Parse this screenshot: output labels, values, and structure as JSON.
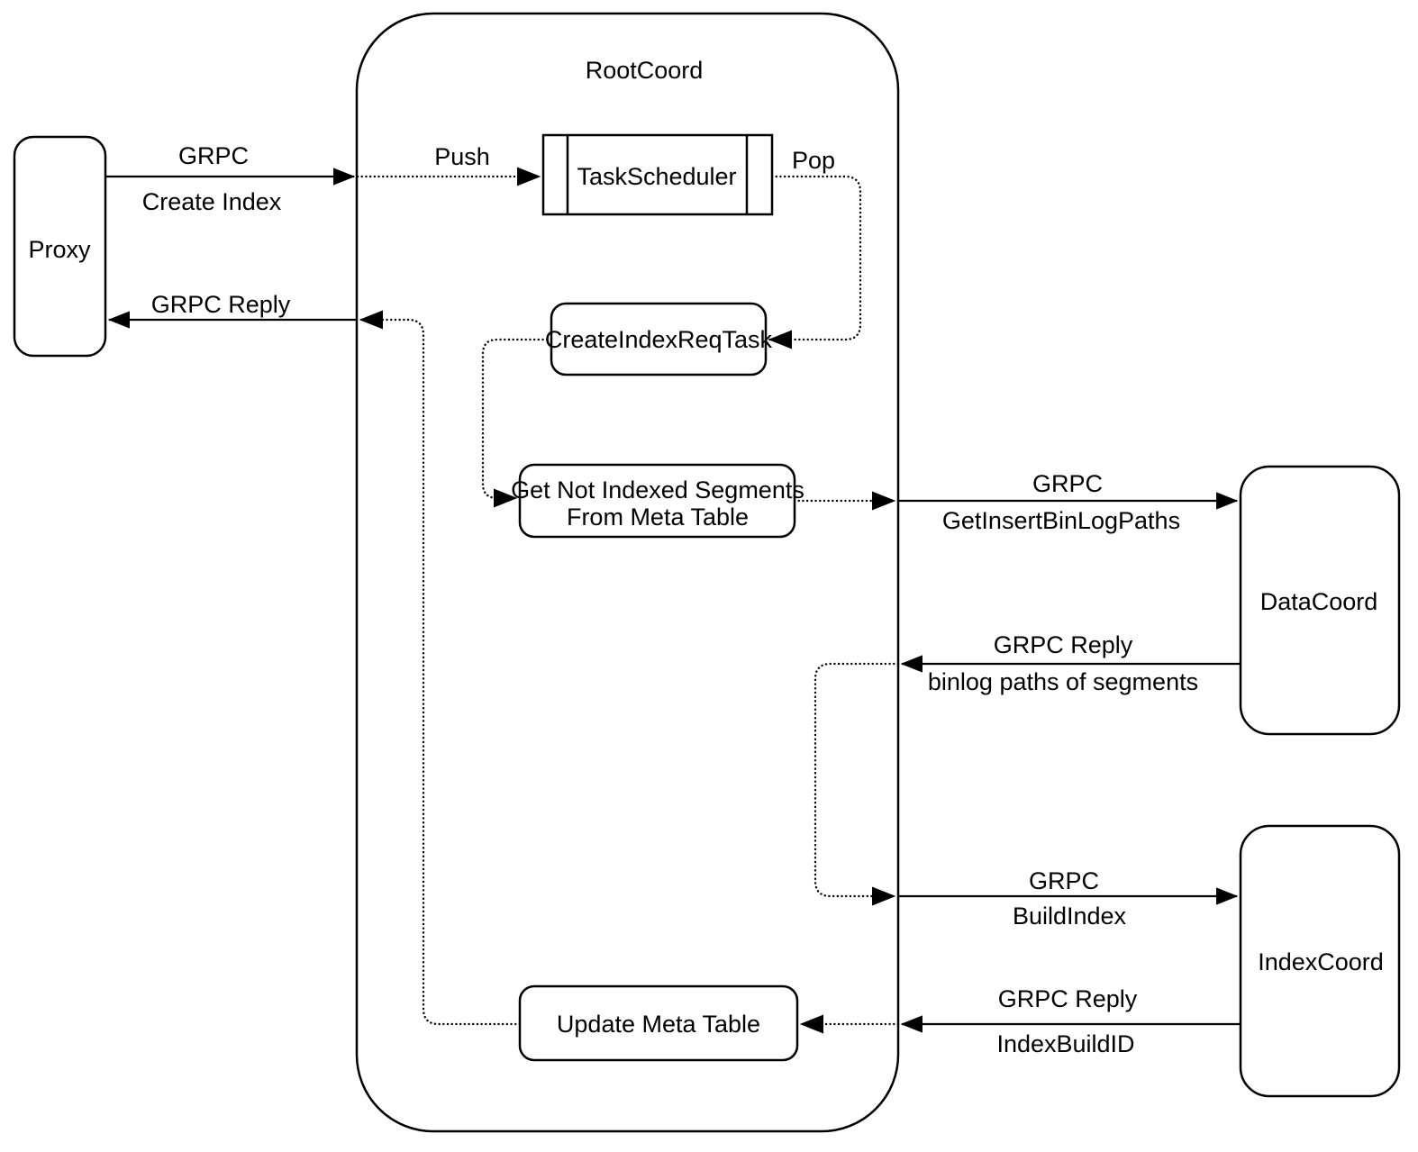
{
  "diagram": {
    "title": "RootCoord",
    "nodes": {
      "proxy": "Proxy",
      "task_scheduler": "TaskScheduler",
      "create_index_req_task": "CreateIndexReqTask",
      "get_not_indexed_segments_line1": "Get Not Indexed Segments",
      "get_not_indexed_segments_line2": "From Meta Table",
      "update_meta_table": "Update Meta Table",
      "data_coord": "DataCoord",
      "index_coord": "IndexCoord"
    },
    "edges": {
      "proxy_to_rootcoord": {
        "protocol": "GRPC",
        "message": "Create Index"
      },
      "push": {
        "label": "Push"
      },
      "pop": {
        "label": "Pop"
      },
      "rootcoord_to_proxy": {
        "protocol": "GRPC Reply"
      },
      "rootcoord_to_datacoord": {
        "protocol": "GRPC",
        "message": "GetInsertBinLogPaths"
      },
      "datacoord_to_rootcoord": {
        "protocol": "GRPC Reply",
        "message": "binlog paths of segments"
      },
      "rootcoord_to_indexcoord": {
        "protocol": "GRPC",
        "message": "BuildIndex"
      },
      "indexcoord_to_rootcoord": {
        "protocol": "GRPC Reply",
        "message": "IndexBuildID"
      }
    },
    "colors": {
      "stroke": "#000000",
      "background": "#ffffff"
    }
  }
}
